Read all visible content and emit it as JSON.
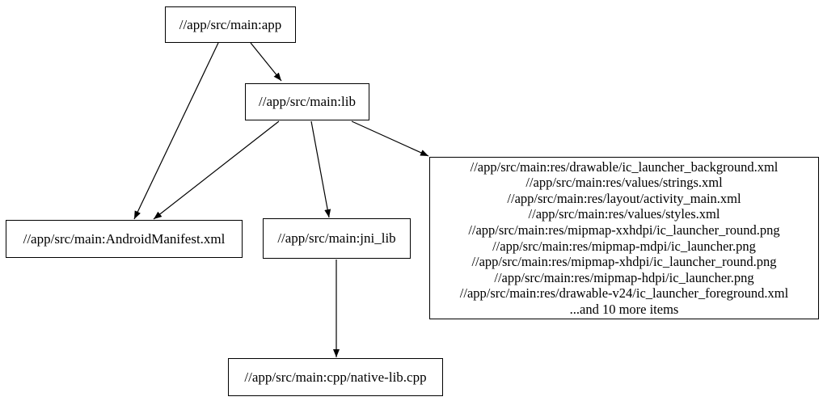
{
  "diagram": {
    "type": "dependency-graph",
    "background_color": "#ffffff",
    "node_border_color": "#000000",
    "node_fill_color": "#ffffff",
    "edge_color": "#000000",
    "text_color": "#000000",
    "nodes": {
      "app": {
        "label": "//app/src/main:app"
      },
      "lib": {
        "label": "//app/src/main:lib"
      },
      "manifest": {
        "label": "//app/src/main:AndroidManifest.xml"
      },
      "jni_lib": {
        "label": "//app/src/main:jni_lib"
      },
      "cpp": {
        "label": "//app/src/main:cpp/native-lib.cpp"
      },
      "res_group": {
        "lines": [
          "//app/src/main:res/drawable/ic_launcher_background.xml",
          "//app/src/main:res/values/strings.xml",
          "//app/src/main:res/layout/activity_main.xml",
          "//app/src/main:res/values/styles.xml",
          "//app/src/main:res/mipmap-xxhdpi/ic_launcher_round.png",
          "//app/src/main:res/mipmap-mdpi/ic_launcher.png",
          "//app/src/main:res/mipmap-xhdpi/ic_launcher_round.png",
          "//app/src/main:res/mipmap-hdpi/ic_launcher.png",
          "//app/src/main:res/drawable-v24/ic_launcher_foreground.xml",
          "...and 10 more items"
        ]
      }
    },
    "edges": [
      {
        "from": "app",
        "to": "lib"
      },
      {
        "from": "app",
        "to": "manifest"
      },
      {
        "from": "lib",
        "to": "manifest"
      },
      {
        "from": "lib",
        "to": "jni_lib"
      },
      {
        "from": "lib",
        "to": "res_group"
      },
      {
        "from": "jni_lib",
        "to": "cpp"
      }
    ]
  }
}
